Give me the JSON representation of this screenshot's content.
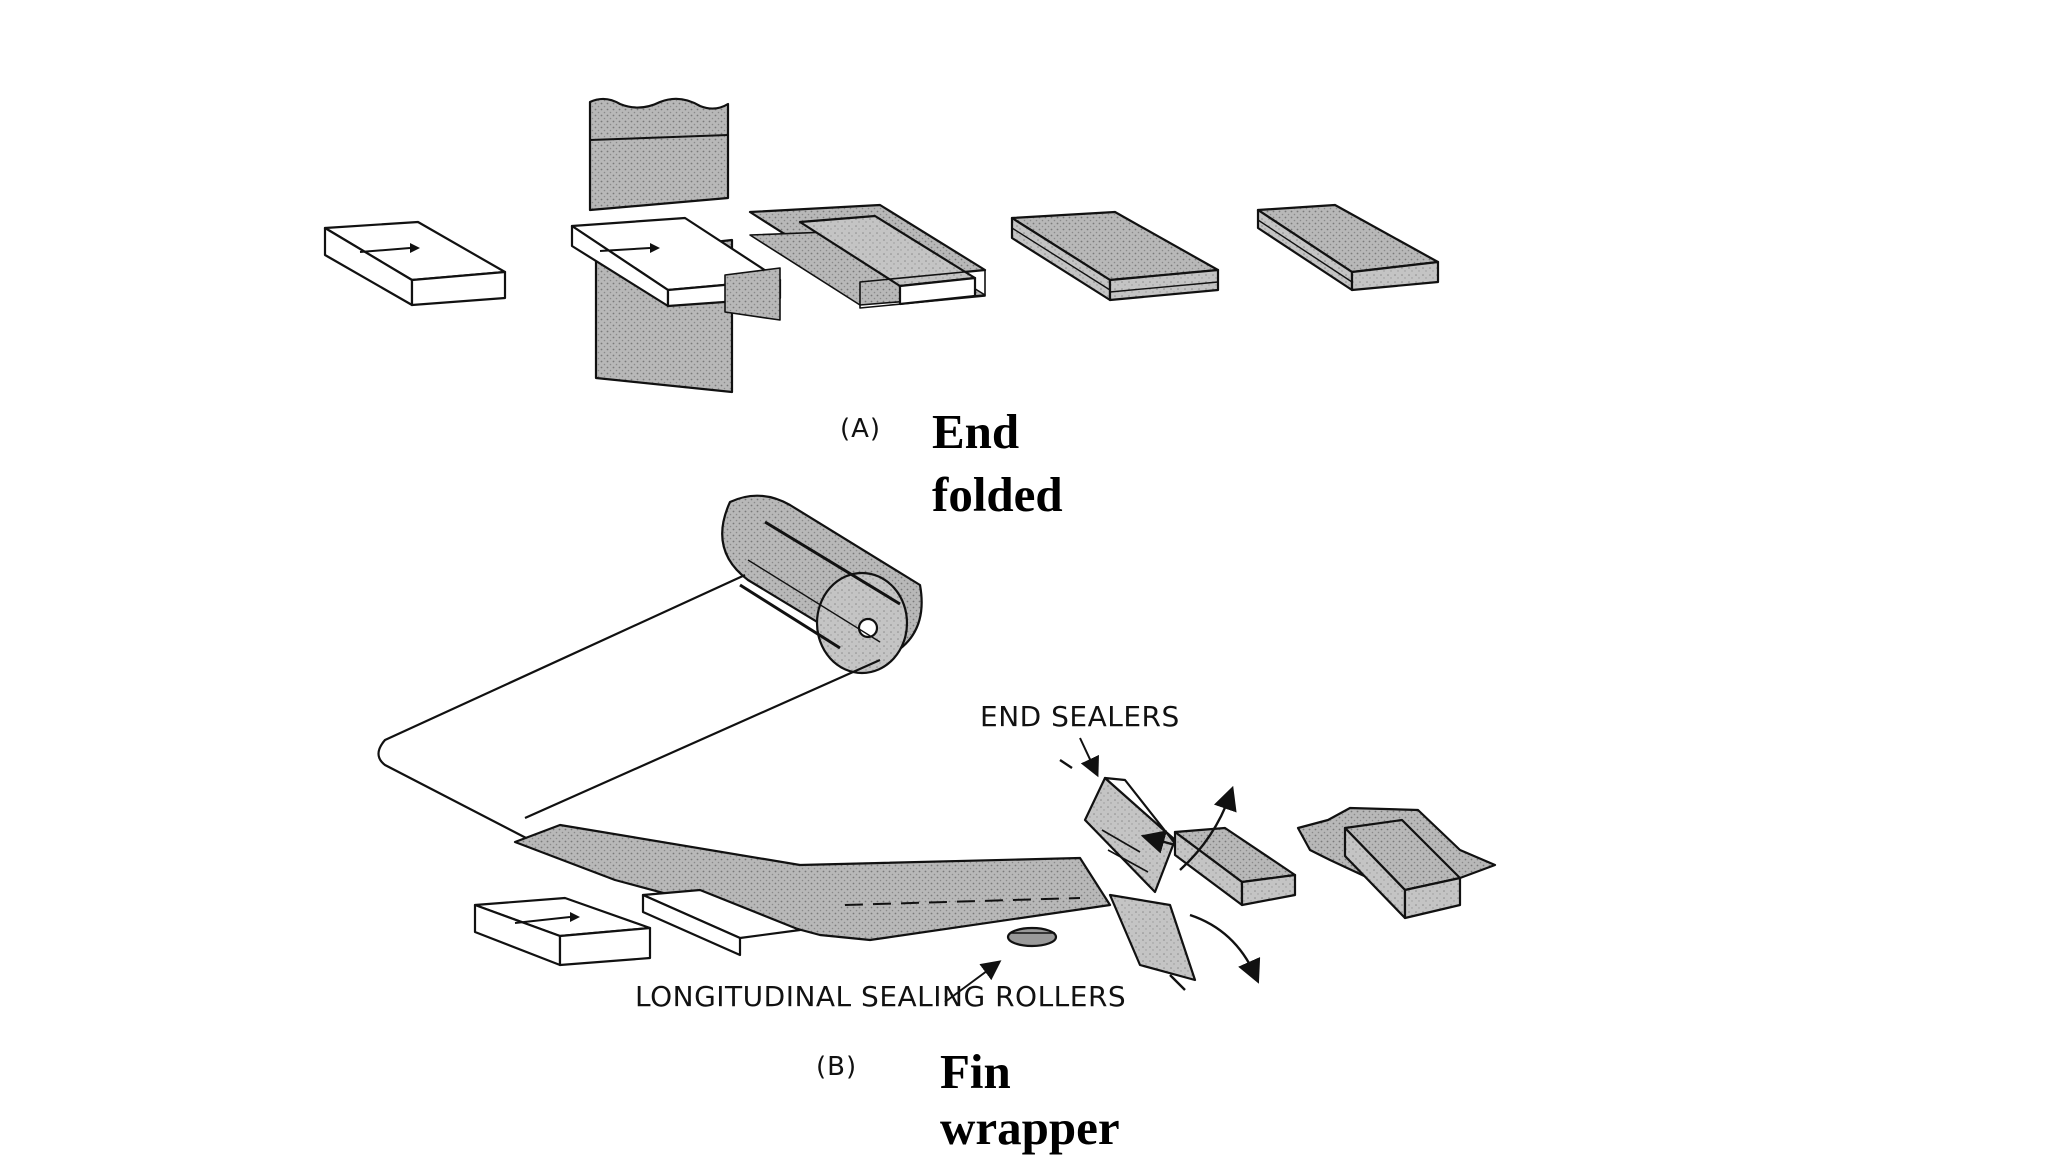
{
  "panel_a": {
    "letter": "(A)",
    "title_line1": "End",
    "title_line2": "folded"
  },
  "panel_b": {
    "letter": "(B)",
    "title_line1": "Fin",
    "title_line2": "wrapper",
    "label_end_sealers": "END SEALERS",
    "label_rollers": "LONGITUDINAL SEALING ROLLERS"
  },
  "colors": {
    "ink": "#111111",
    "film_fill": "#bdbdbd",
    "film_dark": "#9a9a9a",
    "box_fill": "#ffffff"
  }
}
